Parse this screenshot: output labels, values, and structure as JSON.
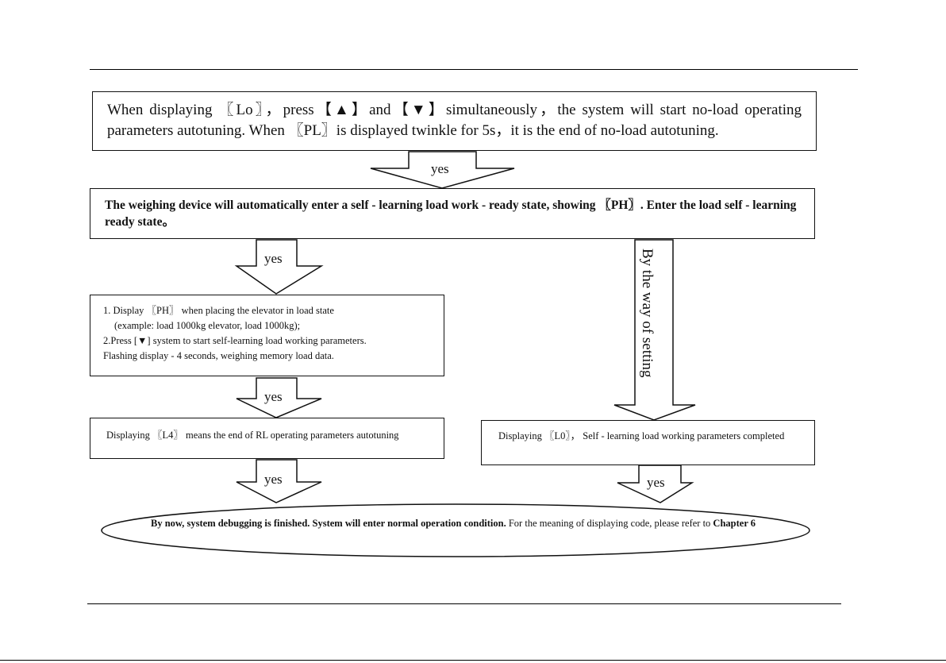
{
  "steps": {
    "step1": {
      "text": "When displaying 〖Lo〗，press【▲】and【▼】simultaneously，the system will start no-load operating parameters autotuning. When 〖PL〗is displayed twinkle for 5s，it is the end of no-load autotuning."
    },
    "step2": {
      "text": "The weighing device will automatically enter a self - learning load work - ready state, showing 〖PH〗. Enter the load self - learning ready state。"
    },
    "step3": {
      "line1": "1. Display 〖PH〗 when placing the elevator in load state",
      "line2": "(example: load 1000kg elevator, load 1000kg);",
      "line3": "2.Press [▼] system to start self-learning load working parameters.",
      "line4": "Flashing display - 4 seconds, weighing memory load data."
    },
    "step4": {
      "text": "Displaying 〖L4〗 means the end of RL operating parameters autotuning"
    },
    "step5": {
      "text": "Displaying 〖L0〗， Self - learning load working parameters completed"
    },
    "final": {
      "bold_text": "By now, system debugging is finished. System will enter normal operation condition.",
      "normal_text": " For the meaning of displaying code, please refer to ",
      "chapter": "Chapter 6"
    }
  },
  "arrows": {
    "a1": "yes",
    "a2": "yes",
    "a3": "yes",
    "a4": "yes",
    "a5": "yes",
    "side": "By the way of setting"
  }
}
